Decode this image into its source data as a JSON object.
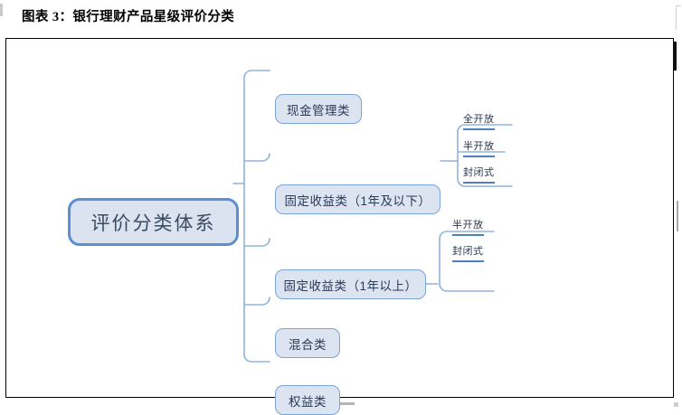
{
  "figure": {
    "title": "图表 3：银行理财产品星级评价分类"
  },
  "diagram": {
    "type": "mindmap-tree",
    "orientation": "left-to-right",
    "colors": {
      "node_fill": "#dce3f1",
      "node_border": "#7aa3d8",
      "root_border": "#5b8fd0",
      "connector": "#8fb3de",
      "leaf_underline": "#4e7fc0",
      "text": "#2b3a56",
      "frame": "#000000"
    },
    "root": {
      "label": "评价分类体系"
    },
    "branches": [
      {
        "id": "cash",
        "label": "现金管理类",
        "children": []
      },
      {
        "id": "fixed-income-short",
        "label": "固定收益类（1年及以下）",
        "children": [
          {
            "label": "全开放"
          },
          {
            "label": "半开放"
          },
          {
            "label": "封闭式"
          }
        ]
      },
      {
        "id": "fixed-income-long",
        "label": "固定收益类（1年以上）",
        "children": [
          {
            "label": "半开放"
          },
          {
            "label": "封闭式"
          }
        ]
      },
      {
        "id": "mixed",
        "label": "混合类",
        "children": []
      },
      {
        "id": "equity",
        "label": "权益类",
        "children": []
      }
    ]
  }
}
